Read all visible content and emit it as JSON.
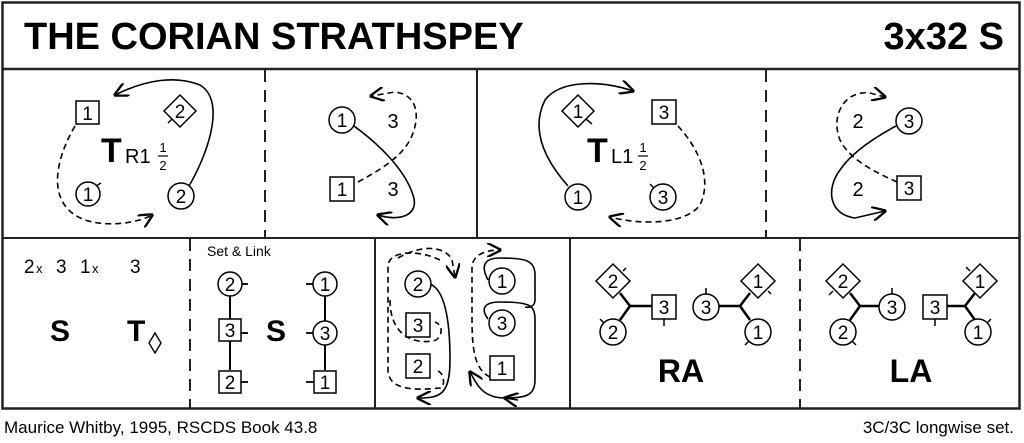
{
  "header": {
    "title": "THE CORIAN STRATHSPEY",
    "meta": "3x32 S"
  },
  "footer": {
    "credit": "Maurice Whitby, 1995, RSCDS Book 43.8",
    "set_info": "3C/3C longwise set."
  },
  "row1": {
    "panel1": {
      "figure": "T",
      "subscript": "R1",
      "fraction_num": "1",
      "fraction_den": "2",
      "dancers": [
        {
          "shape": "square",
          "label": "1"
        },
        {
          "shape": "diamond",
          "label": "2"
        },
        {
          "shape": "circle",
          "label": "1"
        },
        {
          "shape": "circle",
          "label": "2"
        }
      ]
    },
    "panel2": {
      "dancers": [
        {
          "shape": "circle",
          "label": "1"
        },
        {
          "shape": "plain",
          "label": "3"
        },
        {
          "shape": "square",
          "label": "1"
        },
        {
          "shape": "plain",
          "label": "3"
        }
      ]
    },
    "panel3": {
      "figure": "T",
      "subscript": "L1",
      "fraction_num": "1",
      "fraction_den": "2",
      "dancers": [
        {
          "shape": "diamond",
          "label": "1"
        },
        {
          "shape": "square",
          "label": "3"
        },
        {
          "shape": "circle",
          "label": "1"
        },
        {
          "shape": "circle",
          "label": "3"
        }
      ]
    },
    "panel4": {
      "dancers": [
        {
          "shape": "plain",
          "label": "2"
        },
        {
          "shape": "circle",
          "label": "3"
        },
        {
          "shape": "plain",
          "label": "2"
        },
        {
          "shape": "square",
          "label": "3"
        }
      ]
    }
  },
  "row2": {
    "panel1": {
      "positions": [
        {
          "num": "2",
          "sub": "x"
        },
        {
          "num": "3",
          "sub": ""
        },
        {
          "num": "1",
          "sub": "x"
        },
        {
          "num": "3",
          "sub": ""
        }
      ],
      "figure_set": "S",
      "figure_turn": "T",
      "turn_symbol": "◊"
    },
    "panel2": {
      "caption": "Set & Link",
      "figure": "S",
      "left_column": [
        {
          "shape": "circle",
          "label": "2"
        },
        {
          "shape": "square",
          "label": "3"
        },
        {
          "shape": "square",
          "label": "2"
        }
      ],
      "right_column": [
        {
          "shape": "circle",
          "label": "1"
        },
        {
          "shape": "circle",
          "label": "3"
        },
        {
          "shape": "square",
          "label": "1"
        }
      ]
    },
    "panel3": {
      "left_column": [
        {
          "shape": "circle",
          "label": "2"
        },
        {
          "shape": "square",
          "label": "3"
        },
        {
          "shape": "square",
          "label": "2"
        }
      ],
      "right_column": [
        {
          "shape": "circle",
          "label": "1"
        },
        {
          "shape": "circle",
          "label": "3"
        },
        {
          "shape": "square",
          "label": "1"
        }
      ]
    },
    "panel4": {
      "figure": "RA",
      "dancers": [
        {
          "shape": "diamond",
          "label": "2"
        },
        {
          "shape": "square",
          "label": "3"
        },
        {
          "shape": "circle",
          "label": "2"
        },
        {
          "shape": "circle",
          "label": "3"
        },
        {
          "shape": "diamond",
          "label": "1"
        },
        {
          "shape": "circle",
          "label": "1"
        }
      ]
    },
    "panel5": {
      "figure": "LA",
      "dancers": [
        {
          "shape": "diamond",
          "label": "2"
        },
        {
          "shape": "circle",
          "label": "3"
        },
        {
          "shape": "circle",
          "label": "2"
        },
        {
          "shape": "square",
          "label": "3"
        },
        {
          "shape": "diamond",
          "label": "1"
        },
        {
          "shape": "circle",
          "label": "1"
        }
      ]
    }
  }
}
